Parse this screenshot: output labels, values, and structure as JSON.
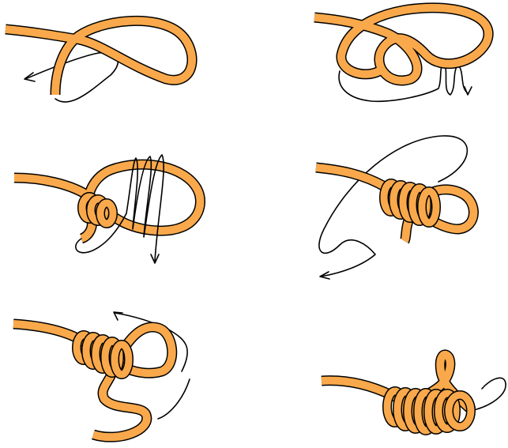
{
  "colors": {
    "rope": "#F9A94B",
    "outline": "#000000",
    "background": "#FFFFFF"
  },
  "steps": [
    {
      "step": 1,
      "arrow_direction": "left"
    },
    {
      "step": 2,
      "arrow_direction": "down"
    },
    {
      "step": 3,
      "arrow_direction": "down"
    },
    {
      "step": 4,
      "arrow_direction": "down-left"
    },
    {
      "step": 5,
      "arrow_direction": "up-left"
    },
    {
      "step": 6,
      "arrow_direction": "none"
    }
  ]
}
